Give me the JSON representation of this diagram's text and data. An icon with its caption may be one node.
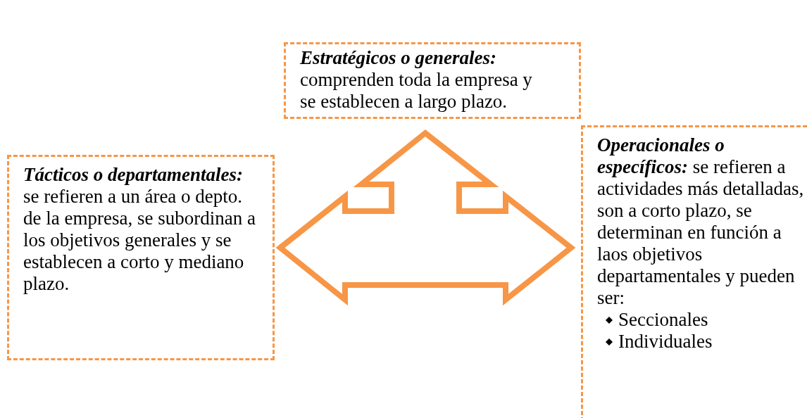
{
  "diagram": {
    "nodes": [
      {
        "text": [
          "Estratégicos o generales:",
          "comprenden toda la empresa y se establecen a largo plazo."
        ]
      },
      {
        "text": [
          "Tácticos o departamentales:",
          "se refieren a un área o depto. de la empresa, se subordinan a los objetivos generales y se establecen a corto y mediano plazo."
        ]
      },
      {
        "text": [
          "Operacionales o específicos:",
          "se refieren a actividades más detalladas, son a corto plazo, se determinan en función a laos objetivos departamentales y pueden ser:",
          "Seccionales",
          "Individuales"
        ]
      }
    ]
  }
}
